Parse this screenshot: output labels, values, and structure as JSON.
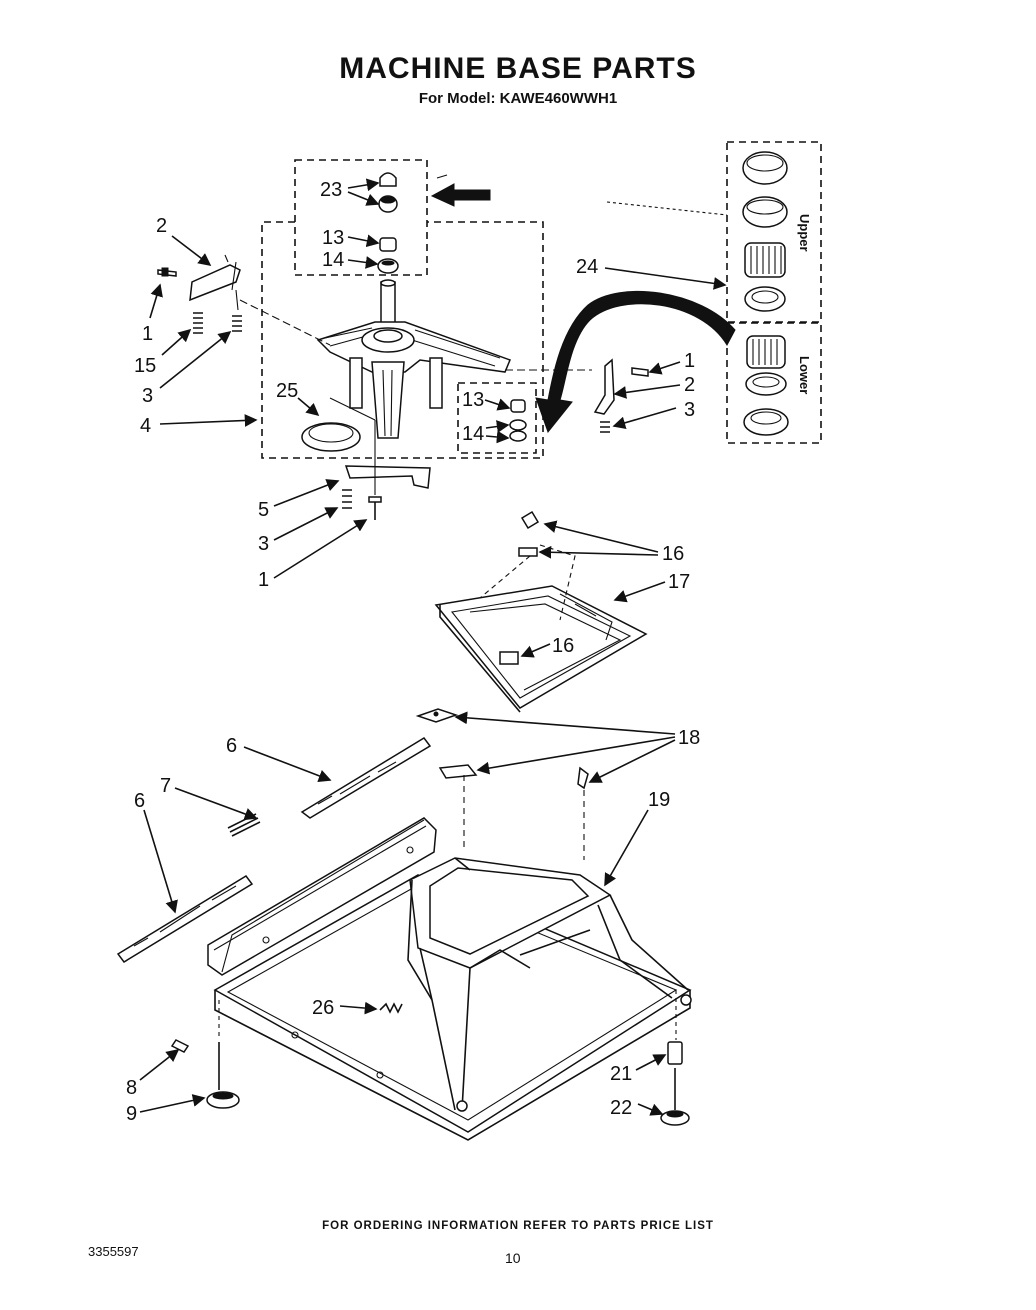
{
  "title": "MACHINE BASE PARTS",
  "subtitle": "For Model: KAWE460WWH1",
  "inset": {
    "upper_label": "Upper",
    "lower_label": "Lower"
  },
  "callouts": [
    {
      "id": "c23",
      "label": "23"
    },
    {
      "id": "c13a",
      "label": "13"
    },
    {
      "id": "c14a",
      "label": "14"
    },
    {
      "id": "c2a",
      "label": "2"
    },
    {
      "id": "c1a",
      "label": "1"
    },
    {
      "id": "c15",
      "label": "15"
    },
    {
      "id": "c3a",
      "label": "3"
    },
    {
      "id": "c4",
      "label": "4"
    },
    {
      "id": "c25",
      "label": "25"
    },
    {
      "id": "c24",
      "label": "24"
    },
    {
      "id": "c13b",
      "label": "13"
    },
    {
      "id": "c14b",
      "label": "14"
    },
    {
      "id": "c1b",
      "label": "1"
    },
    {
      "id": "c2b",
      "label": "2"
    },
    {
      "id": "c3b",
      "label": "3"
    },
    {
      "id": "c5",
      "label": "5"
    },
    {
      "id": "c3c",
      "label": "3"
    },
    {
      "id": "c1c",
      "label": "1"
    },
    {
      "id": "c16a",
      "label": "16"
    },
    {
      "id": "c17",
      "label": "17"
    },
    {
      "id": "c16b",
      "label": "16"
    },
    {
      "id": "c18",
      "label": "18"
    },
    {
      "id": "c6a",
      "label": "6"
    },
    {
      "id": "c7",
      "label": "7"
    },
    {
      "id": "c6b",
      "label": "6"
    },
    {
      "id": "c19",
      "label": "19"
    },
    {
      "id": "c26",
      "label": "26"
    },
    {
      "id": "c8",
      "label": "8"
    },
    {
      "id": "c9",
      "label": "9"
    },
    {
      "id": "c21",
      "label": "21"
    },
    {
      "id": "c22",
      "label": "22"
    }
  ],
  "footer": "FOR ORDERING INFORMATION REFER TO PARTS PRICE LIST",
  "doc_number": "3355597",
  "page_number": "10"
}
